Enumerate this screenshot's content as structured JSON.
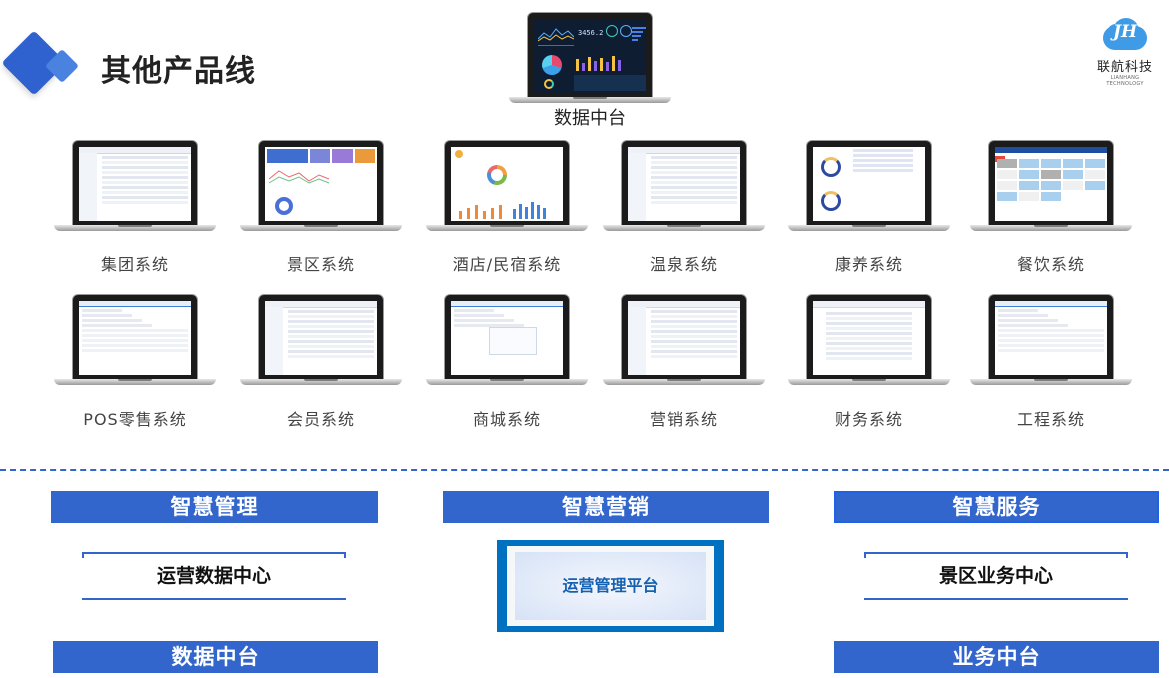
{
  "header": {
    "title": "其他产品线",
    "brand": {
      "name": "联航科技",
      "sub": "LIANHANG TECHNOLOGY",
      "glyph": "JH"
    }
  },
  "featured": {
    "label": "数据中台",
    "dashboard_value": "3456.2"
  },
  "systems": [
    {
      "label": "集团系统",
      "screen": "table"
    },
    {
      "label": "景区系统",
      "screen": "charts"
    },
    {
      "label": "酒店/民宿系统",
      "screen": "donut"
    },
    {
      "label": "温泉系统",
      "screen": "table"
    },
    {
      "label": "康养系统",
      "screen": "rings"
    },
    {
      "label": "餐饮系统",
      "screen": "tiles"
    },
    {
      "label": "POS零售系统",
      "screen": "form"
    },
    {
      "label": "会员系统",
      "screen": "table"
    },
    {
      "label": "商城系统",
      "screen": "dialog"
    },
    {
      "label": "营销系统",
      "screen": "table"
    },
    {
      "label": "财务系统",
      "screen": "report"
    },
    {
      "label": "工程系统",
      "screen": "form"
    }
  ],
  "pillars": {
    "management": {
      "title": "智慧管理",
      "center": "运营数据中心",
      "base": "数据中台"
    },
    "marketing": {
      "title": "智慧营销",
      "center": "运营管理平台"
    },
    "service": {
      "title": "智慧服务",
      "center": "景区业务中心",
      "base": "业务中台"
    }
  },
  "colors": {
    "accent": "#3366cc",
    "platform": "#0070c0",
    "title": "#222222"
  }
}
